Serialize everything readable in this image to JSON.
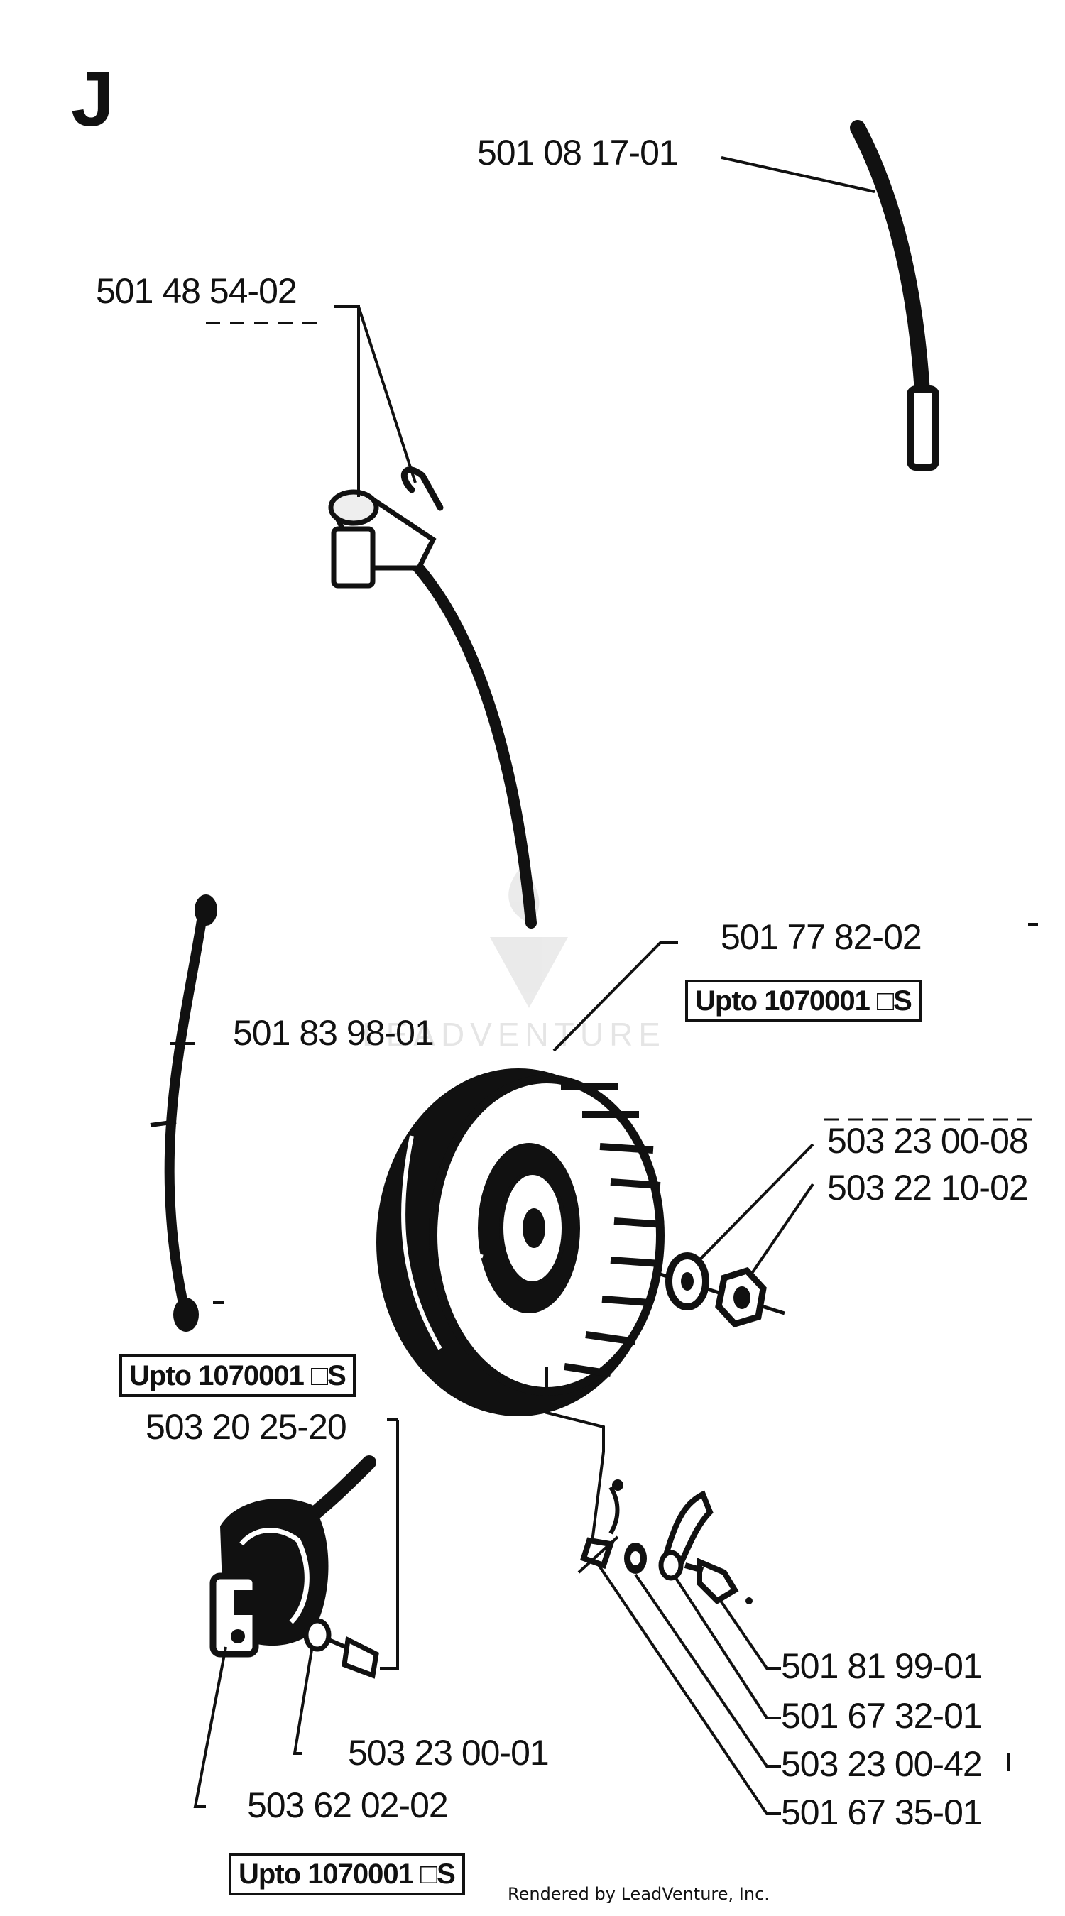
{
  "section_letter": "J",
  "watermark": "LEADVENTURE",
  "footer": "Rendered by LeadVenture, Inc.",
  "parts": [
    {
      "id": "p1",
      "number": "501 08 17-01"
    },
    {
      "id": "p2",
      "number": "501 48 54-02"
    },
    {
      "id": "p3",
      "number": "501 77 82-02"
    },
    {
      "id": "p4",
      "number": "501 83 98-01"
    },
    {
      "id": "p5",
      "number": "503 23 00-08"
    },
    {
      "id": "p6",
      "number": "503 22 10-02"
    },
    {
      "id": "p7",
      "number": "503 20 25-20"
    },
    {
      "id": "p8",
      "number": "501 81 99-01"
    },
    {
      "id": "p9",
      "number": "501 67 32-01"
    },
    {
      "id": "p10",
      "number": "503 23 00-01"
    },
    {
      "id": "p11",
      "number": "503 23 00-42"
    },
    {
      "id": "p12",
      "number": "503 62 02-02"
    },
    {
      "id": "p13",
      "number": "501 67 35-01"
    }
  ],
  "notes": [
    {
      "id": "n1",
      "text": "Upto 1070001 □S"
    },
    {
      "id": "n2",
      "text": "Upto 1070001 □S"
    },
    {
      "id": "n3",
      "text": "Upto 1070001 □S"
    }
  ]
}
